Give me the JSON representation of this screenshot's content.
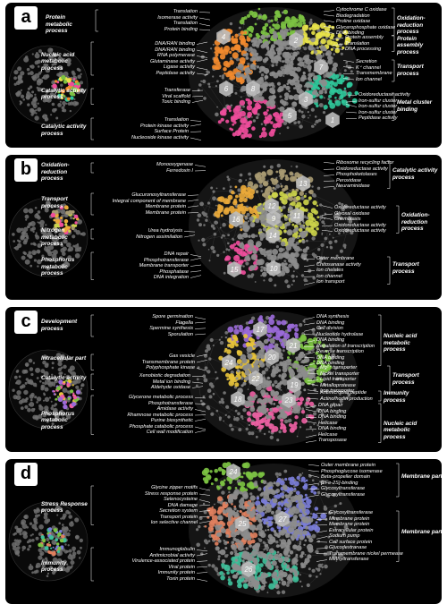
{
  "figure": {
    "panels": [
      {
        "id": "a",
        "label": "a",
        "hexes": [
          "1",
          "2",
          "3",
          "4",
          "5",
          "6",
          "7",
          "8"
        ],
        "groups": [
          {
            "title": "Protein metabolic process",
            "side": "left",
            "terms": [
              "Translation",
              "Isomerase activity",
              "Translation",
              "Protein binding"
            ]
          },
          {
            "title": "Nucleic acid metabolic process",
            "side": "left",
            "terms": [
              "DNA/RAN binding",
              "DNA/RAN binding",
              "RNA polymerase",
              "Glutaminase activity",
              "Ligase activity",
              "Peptidase activity"
            ]
          },
          {
            "title": "Catalytic activity process",
            "side": "left",
            "terms": [
              "Transferase",
              "Viral scaffold",
              "Toxic binding"
            ]
          },
          {
            "title": "Catalytic activity process",
            "side": "left",
            "terms": [
              "Translation",
              "Protein kinase activity",
              "Surface Protein",
              "Nucleoside kinase activity"
            ]
          },
          {
            "title": "Oxidation-reduction process",
            "side": "right",
            "terms": [
              "Cytochrome C oxidase",
              "Biodegradation",
              "Proline oxidase",
              "Glycerophosphate oxidase",
              "DNA binding"
            ]
          },
          {
            "title": "Protein assembly process",
            "side": "right",
            "terms": [
              "Protein assembly",
              "Translation",
              "DNA processing"
            ]
          },
          {
            "title": "Transport process",
            "side": "right",
            "terms": [
              "Secretion",
              "K⁺ channel",
              "Transmembrane",
              "Ion channel"
            ]
          },
          {
            "title": "Metal cluster binding",
            "side": "right",
            "terms": [
              "Oxidoreductase activity",
              "Iron-sulfur cluster",
              "Iron-sulfur cluster",
              "Iron-sulfur cluster",
              "Peptidase activity"
            ]
          }
        ],
        "top_terms": [
          "Protein binding"
        ]
      },
      {
        "id": "b",
        "label": "b",
        "hexes": [
          "9",
          "10",
          "11",
          "12",
          "13",
          "14",
          "15",
          "16"
        ],
        "groups": [
          {
            "title": "Oxidation-reduction process",
            "side": "left",
            "terms": [
              "Monooxygenase",
              "Ferredoxin I"
            ]
          },
          {
            "title": "Transport process",
            "side": "left",
            "terms": [
              "Glucuronosyltransferase",
              "Integral component of membrane",
              "Membrane protein",
              "Membrane protein"
            ]
          },
          {
            "title": "Nitrogen metabolic process",
            "side": "left",
            "terms": [
              "Urea hydrolysis",
              "Nitrogen assimilation"
            ]
          },
          {
            "title": "Phosphorus metabolic process",
            "side": "left",
            "terms": [
              "DNA repair",
              "Phosphotransferase",
              "Membrane transporter",
              "Phosphatase",
              "DNA integration"
            ]
          },
          {
            "title": "Catalytic activity process",
            "side": "right",
            "terms": [
              "Ribosome recycling factor",
              "Oxidoreductase activity",
              "Phosphoketolases",
              "Peroxidase",
              "Neuraminidase"
            ]
          },
          {
            "title": "Oxidation-reduction process",
            "side": "right",
            "terms": [
              "Oxidoreductase activity",
              "Glyoxal oxidase",
              "Chemotaxis",
              "Oxidoreductase activity",
              "Oxidoreductase activity"
            ]
          },
          {
            "title": "Transport process",
            "side": "right",
            "terms": [
              "Outer membrane",
              "Chitosanase activity",
              "Ion chelates",
              "Ion channel",
              "Ion transport"
            ]
          }
        ]
      },
      {
        "id": "c",
        "label": "c",
        "hexes": [
          "17",
          "18",
          "19",
          "20",
          "21",
          "22",
          "23",
          "24"
        ],
        "groups": [
          {
            "title": "Development process",
            "side": "left",
            "terms": [
              "Spore germination",
              "Flagella",
              "Spermine synthesis",
              "Sporulation"
            ]
          },
          {
            "title": "Intracellular part",
            "side": "left",
            "terms": [
              "Gas vesicle",
              "Transmembrane protein",
              "Polyphosphate kinase"
            ]
          },
          {
            "title": "Catalytic activity",
            "side": "left",
            "terms": [
              "Xenobiotic degradation",
              "Metal ion binding",
              "Aldehyde oxidase"
            ]
          },
          {
            "title": "Phosphorus metabolic process",
            "side": "left",
            "terms": [
              "Glycerone metabolic process",
              "Phosphotransferase",
              "Amidase activity",
              "Rhamnose metabolic process",
              "Purine biosynthetic",
              "Phosphate catabolic process",
              "Cell wall modification"
            ]
          },
          {
            "title": "Nucleic acid metabolic process",
            "side": "right",
            "terms": [
              "DNA synthesis",
              "DNA binding",
              "Cell division",
              "Nucleotide hydrolase",
              "DNA binding",
              "Regulation of transcription",
              "Reverse transcription",
              "DNA binding",
              "DNA binding"
            ]
          },
          {
            "title": "Transport process",
            "side": "right",
            "terms": [
              "Mg²⁺ transporter",
              "Nickel transporter",
              "Lipid transporter",
              "Metalloprotease",
              "Iron transporter"
            ]
          },
          {
            "title": "Immunity process",
            "side": "right",
            "terms": [
              "Antimicrobial peptide",
              "Actinorhodin production"
            ]
          },
          {
            "title": "Nucleic acid metabolic process",
            "side": "right",
            "terms": [
              "DNA repair",
              "DNA binding",
              "DNA binding",
              "Helicase",
              "DNA binding",
              "Helicase",
              "Transposase"
            ]
          }
        ]
      },
      {
        "id": "d",
        "label": "d",
        "hexes": [
          "24",
          "25",
          "26",
          "27"
        ],
        "groups": [
          {
            "title": "Stress Response process",
            "side": "left",
            "terms": [
              "Glycine zipper motifs",
              "Stress response protein",
              "Selenocysteine",
              "DNA damage",
              "Secretion system",
              "Transport protein",
              "Ion selective channel"
            ]
          },
          {
            "title": "Immunity process",
            "side": "left",
            "terms": [
              "Immunoglobulin",
              "Antimicrobial activity",
              "Virulence-associated protein",
              "Viral protein",
              "Immunity protein",
              "Toxin protein"
            ]
          },
          {
            "title": "Membrane part",
            "side": "right",
            "terms": [
              "Outer membrane protein",
              "Phosphoglucose isomerase",
              "Beta-propeller domain",
              "[2Fe-2S]-binding",
              "Glycosyltransferase",
              "Glycosyltransferase"
            ]
          },
          {
            "title": "Membrane part",
            "side": "right",
            "terms": [
              "Glycosyltransferase",
              "Membrane protein",
              "Membrane protein",
              "Extracellular protein",
              "Sodium pump",
              "Cell surface protein",
              "Glucodextranase",
              "Transmembrane nickel permease",
              "Methyltransferase"
            ]
          }
        ]
      }
    ]
  },
  "colors": {
    "panel_bg": "#000000",
    "node_gray": "#8a8a8a",
    "label_text": "#ffffff",
    "hex_fill": "#bdbdbd",
    "a": [
      "#7cc242",
      "#f28a2e",
      "#e7e24b",
      "#ee4d9b",
      "#2fc79a",
      "#8c8c8c"
    ],
    "b": [
      "#a89a72",
      "#e9a93a",
      "#cbd34a",
      "#ee4d9b",
      "#8c8c8c"
    ],
    "c": [
      "#9a6ad8",
      "#e7c33a",
      "#ec5fa2",
      "#7cc242",
      "#8c8c8c"
    ],
    "d": [
      "#7cc242",
      "#e0805e",
      "#7b7ed9",
      "#3fbf9a",
      "#8c8c8c"
    ]
  }
}
